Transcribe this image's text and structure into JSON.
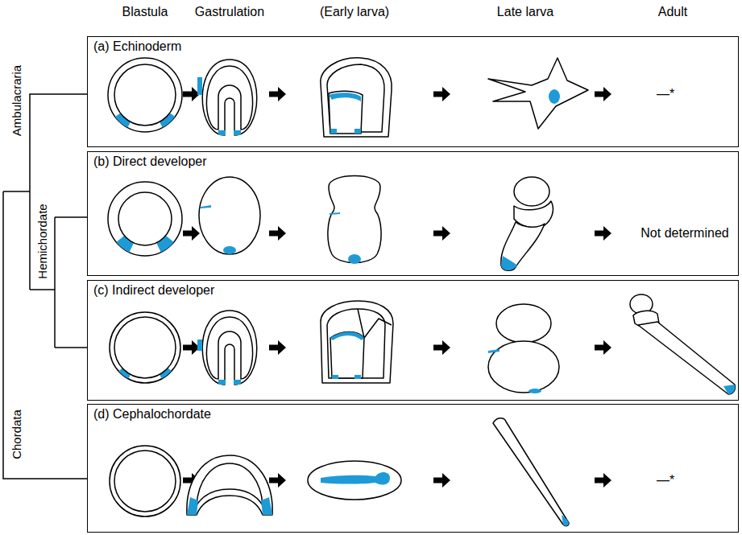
{
  "diagram": {
    "nodes": [
      {
        "text": [
          "(a) Echinoderm"
        ]
      },
      {
        "text": [
          "(b) Direct developer"
        ]
      },
      {
        "text": [
          "(c) Indirect developer"
        ]
      },
      {
        "text": [
          "(d) Cephalochordate"
        ]
      }
    ],
    "labels": [
      "Blastula",
      "Gastrulation",
      "(Early larva)",
      "Late larva",
      "Adult",
      "—*",
      "Not determined",
      "—*",
      "Ambulacraria",
      "Hemichordate",
      "Chordata"
    ]
  }
}
